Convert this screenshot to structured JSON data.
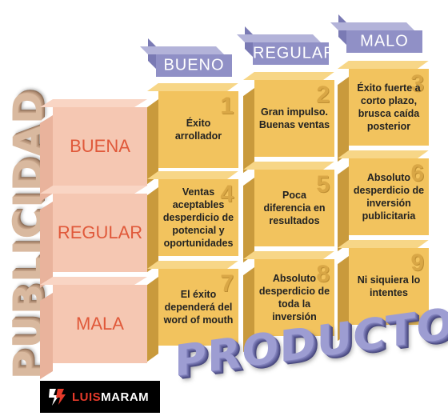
{
  "axes": {
    "vertical": "PUBLICIDAD",
    "horizontal": "PRODUCTO"
  },
  "columns": [
    "BUENO",
    "REGULAR",
    "MALO"
  ],
  "rows": [
    "BUENA",
    "REGULAR",
    "MALA"
  ],
  "cells": [
    {
      "num": "1",
      "text": "Éxito arrollador"
    },
    {
      "num": "2",
      "text": "Gran impulso. Buenas ventas"
    },
    {
      "num": "3",
      "text": "Éxito fuerte a corto plazo, brusca caída posterior"
    },
    {
      "num": "4",
      "text": "Ventas aceptables desperdicio de potencial y oportunidades"
    },
    {
      "num": "5",
      "text": "Poca diferencia en resultados"
    },
    {
      "num": "6",
      "text": "Absoluto desperdicio de inversión publicitaria"
    },
    {
      "num": "7",
      "text": "El éxito dependerá del word of mouth"
    },
    {
      "num": "8",
      "text": "Absoluto desperdicio de toda la inversión"
    },
    {
      "num": "9",
      "text": "Ni siquiera lo intentes"
    }
  ],
  "logo": {
    "part1": "LUIS",
    "part2": "MARAM"
  },
  "colors": {
    "cell": "#f2c35e",
    "row_header": "#f5c7b2",
    "row_text": "#e0593a",
    "column_header": "#9090c6",
    "axis_word_product": "#9d9dd2",
    "axis_word_publicity": "#d9b99f"
  }
}
